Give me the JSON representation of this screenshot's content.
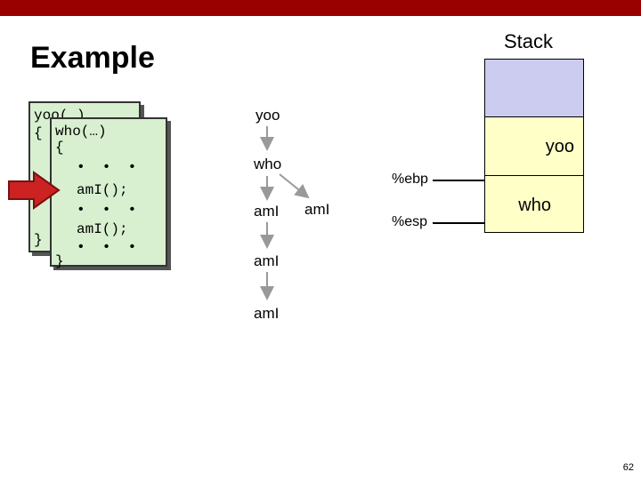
{
  "slide": {
    "title": "Example",
    "page_number": "62"
  },
  "code": {
    "yoo_lines": [
      "yoo(…)",
      "{",
      "",
      "",
      "",
      "",
      "",
      "}"
    ],
    "who_header": "who(…)",
    "who_open": "{",
    "who_body": [
      "•  •  •",
      "amI();",
      "•  •  •",
      "amI();",
      "•  •  •"
    ],
    "who_close": "}"
  },
  "call_tree": {
    "nodes": [
      "yoo",
      "who",
      "amI",
      "amI",
      "amI",
      "amI"
    ]
  },
  "stack": {
    "label": "Stack",
    "frames": [
      "",
      "yoo",
      "who"
    ],
    "ebp_label": "%ebp",
    "esp_label": "%esp"
  },
  "colors": {
    "header_bar": "#990000",
    "frame_top": "#ccccf0",
    "frame_yoo": "#ffffc8",
    "frame_who": "#ffffc8",
    "code_box": "#d8f0d0",
    "arrow": "#cc2222"
  }
}
